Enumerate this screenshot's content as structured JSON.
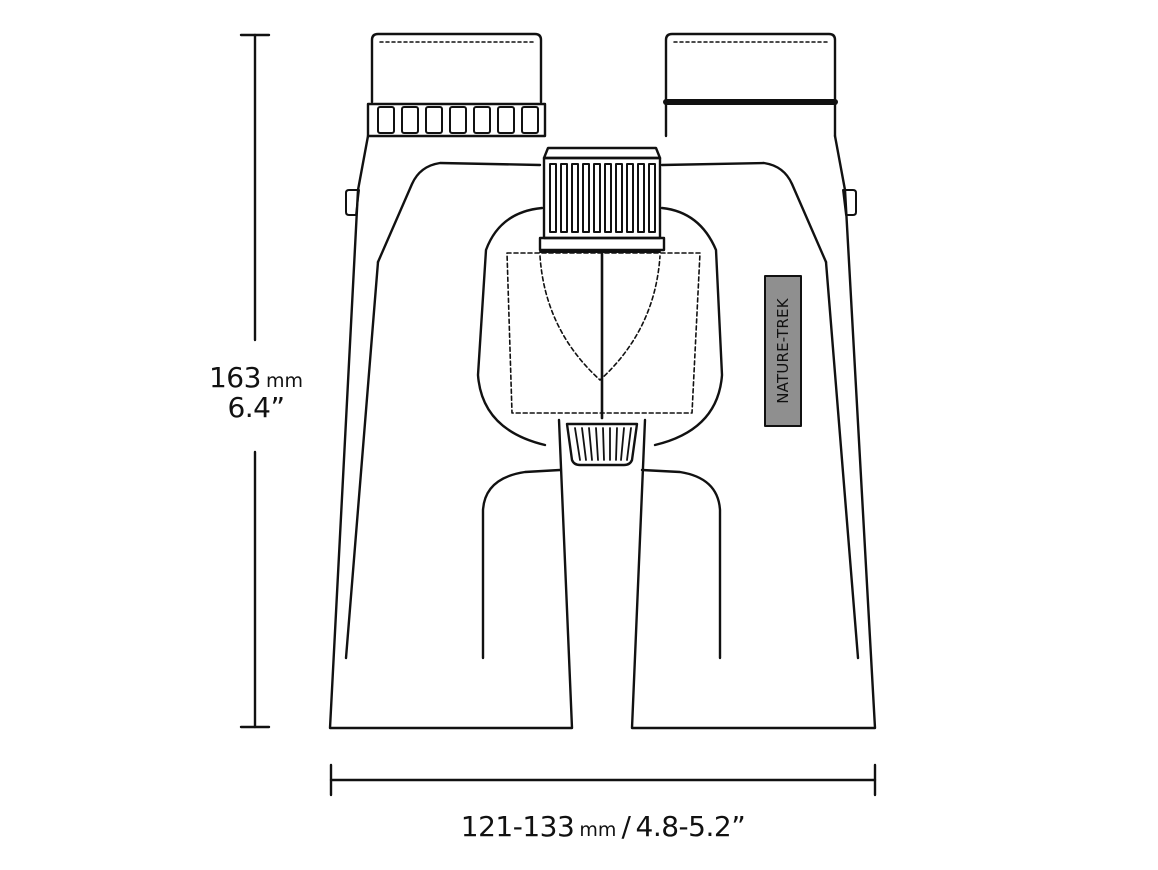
{
  "dimensions": {
    "height": {
      "value_mm": "163",
      "unit_mm": "mm",
      "value_in": "6.4”"
    },
    "width": {
      "value_mm": "121-133",
      "unit_mm": "mm",
      "separator": "/",
      "value_in": "4.8-5.2”"
    }
  },
  "product": {
    "brand_label": "NATURE-TREK"
  },
  "colors": {
    "line": "#111111",
    "label_fill": "#8f8f8f",
    "background": "#ffffff"
  }
}
